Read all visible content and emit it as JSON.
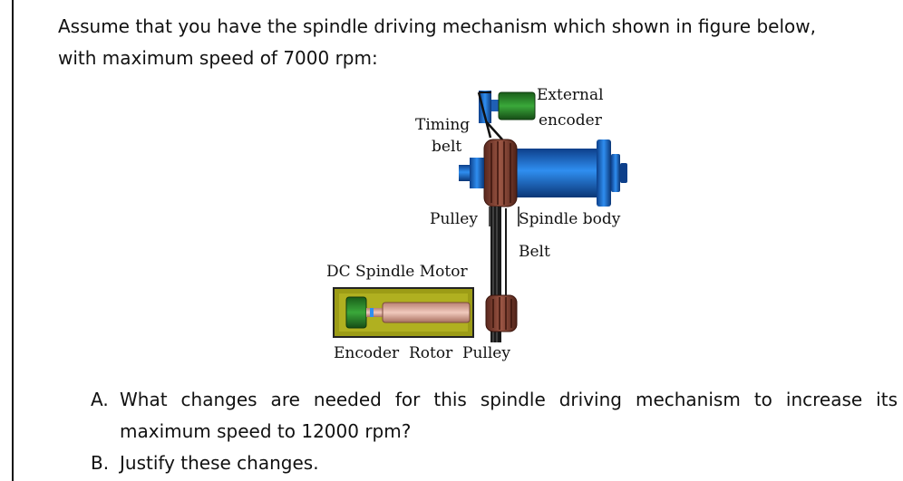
{
  "intro": {
    "line1": "Assume that you have the spindle driving mechanism which shown in figure below,",
    "line2": "with maximum speed of 7000 rpm:"
  },
  "figure": {
    "labels": {
      "external": "External",
      "encoder": "encoder",
      "timing": "Timing",
      "belt_top": "belt",
      "pulley": "Pulley",
      "spindle_body": "Spindle body",
      "belt": "Belt",
      "motor": "DC Spindle Motor",
      "bottom": "Encoder  Rotor  Pulley"
    },
    "colors": {
      "encoder_green": "#2e8b2e",
      "spindle_blue": "#1e73d6",
      "pulley_brown": "#7a3a2c",
      "motor_olive": "#9c9c16",
      "rotor_pink": "#e3b3a6"
    }
  },
  "questions": [
    {
      "letter": "A.",
      "text": "What changes are needed for this spindle driving mechanism to increase its maximum speed to 12000 rpm?"
    },
    {
      "letter": "B.",
      "text": "Justify these changes."
    }
  ]
}
